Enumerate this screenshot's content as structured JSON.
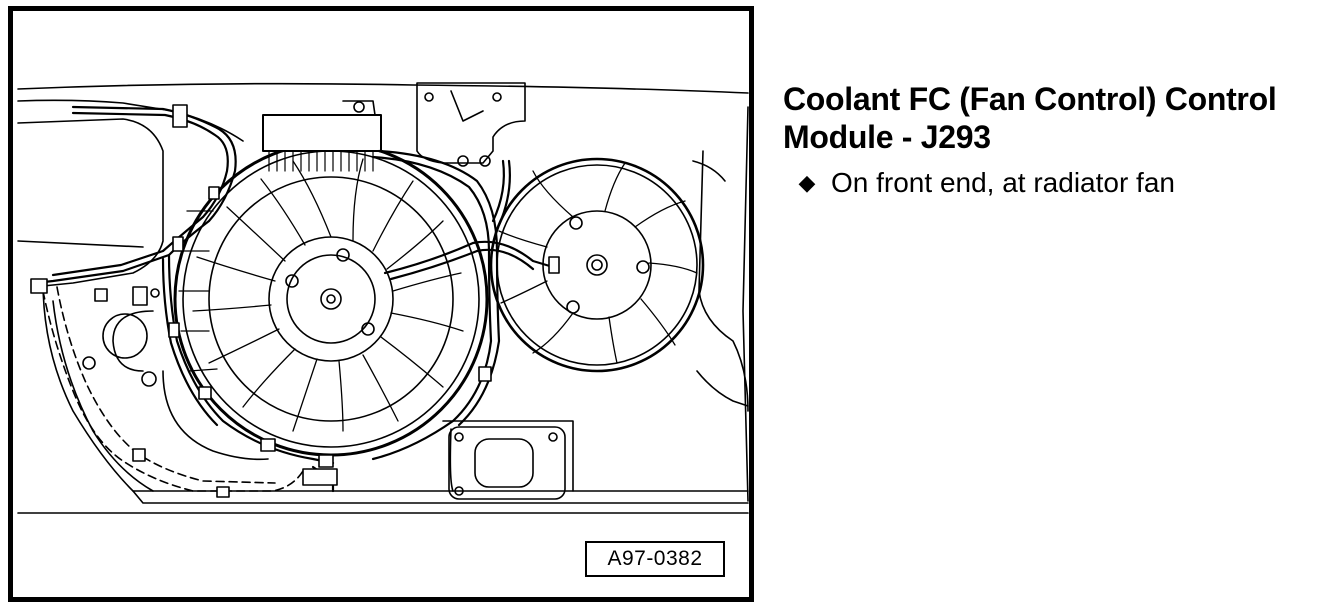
{
  "figure": {
    "id": "A97-0382"
  },
  "component": {
    "title_line1": "Coolant FC (Fan Control) Control",
    "title_line2": "Module - J293",
    "locations": [
      {
        "bullet_icon": "diamond-bullet-icon",
        "text": "On front end, at radiator fan"
      }
    ]
  }
}
